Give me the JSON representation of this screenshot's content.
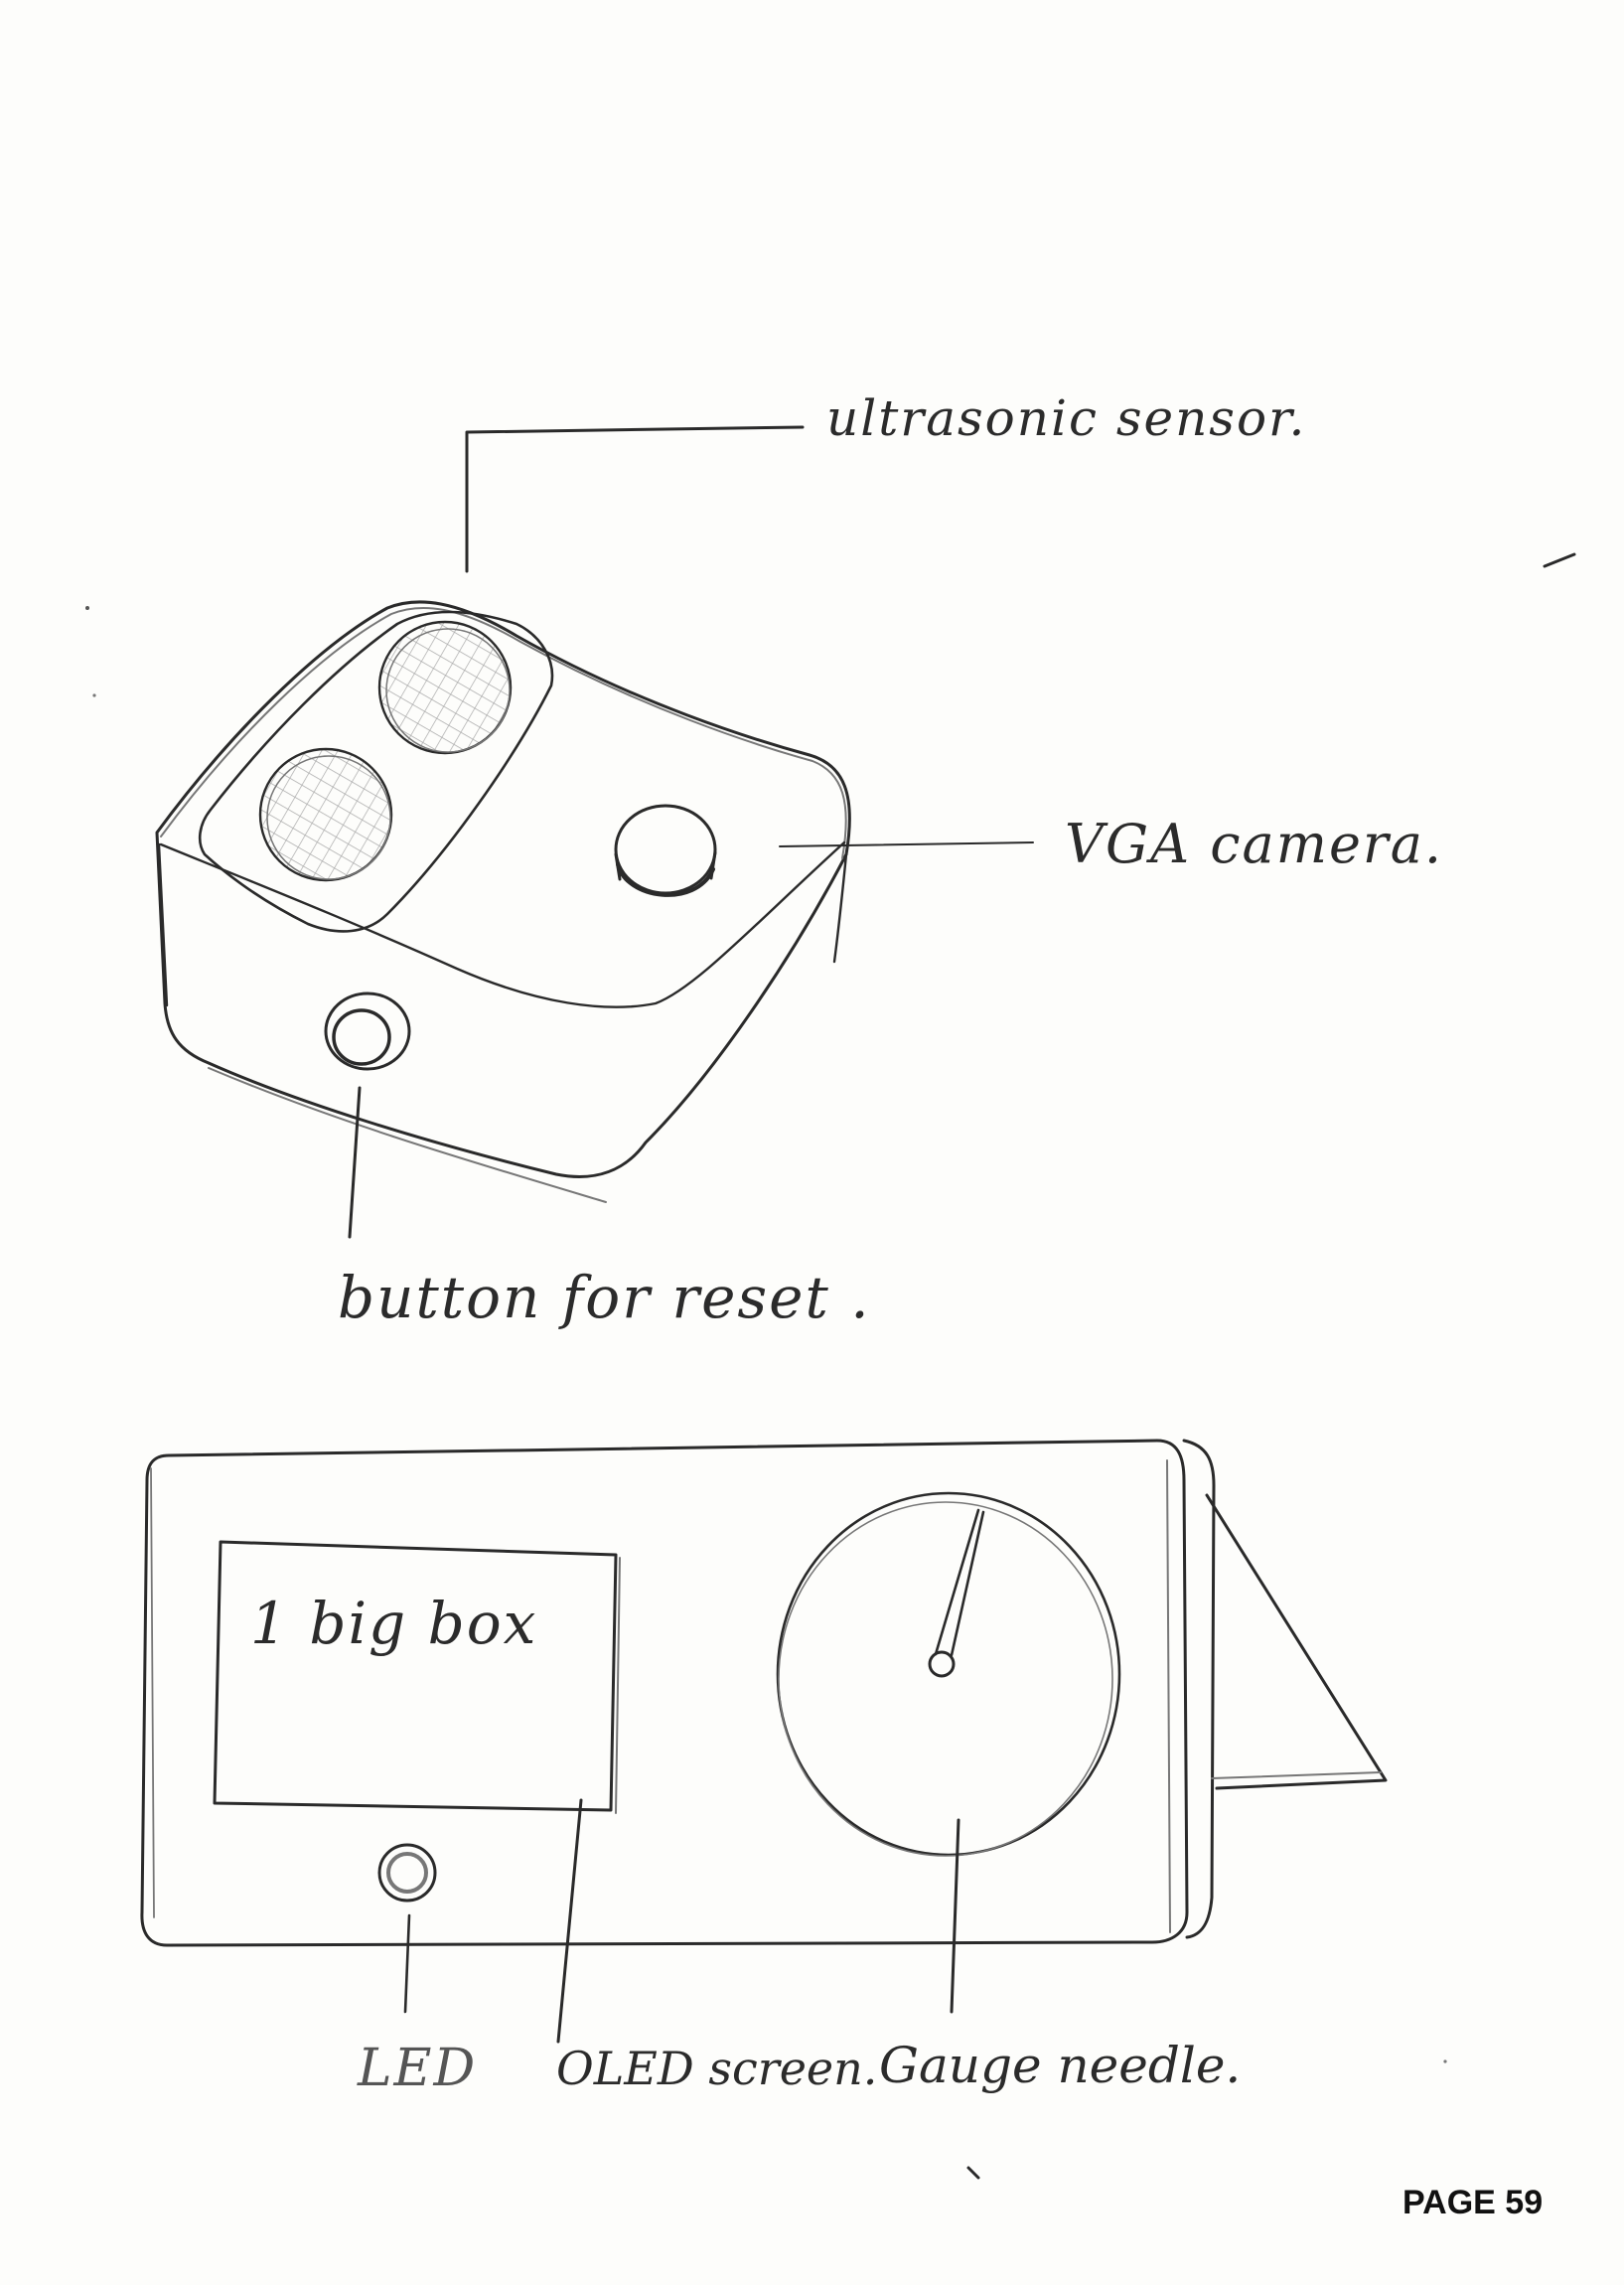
{
  "labels": {
    "ultrasonic_sensor": "ultrasonic sensor.",
    "vga_camera": "VGA camera.",
    "reset_button": "button for reset .",
    "oled_text": "1 big box",
    "led": "LED",
    "oled_screen": "OLED screen.",
    "gauge_needle": "Gauge needle."
  },
  "page_number": "PAGE 59",
  "colors": {
    "ink": "#2a2a2a",
    "paper": "#fdfdfb"
  }
}
